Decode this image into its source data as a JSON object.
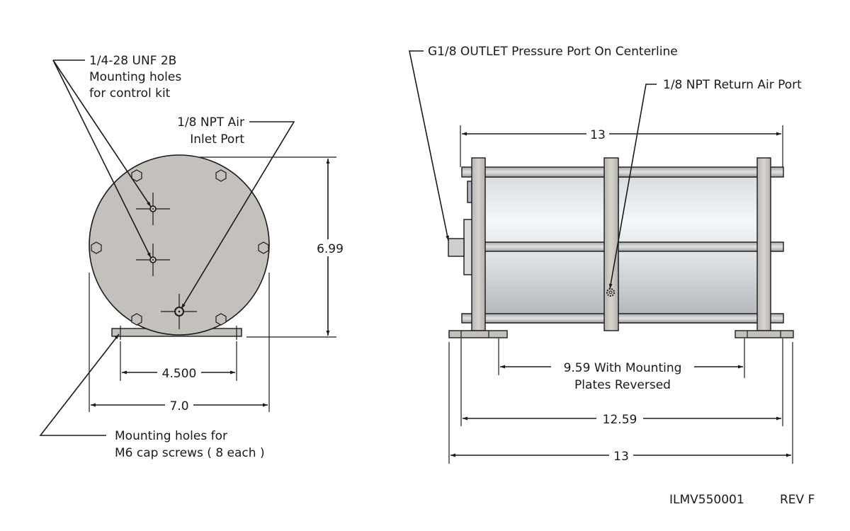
{
  "drawing": {
    "part_number": "ILMV550001",
    "revision": "REV F",
    "colors": {
      "end_plate": "#c4c1bd",
      "bar": "#c9c5c0",
      "cylinder_light": "#f4f7fa",
      "cylinder_dark": "#aeb2b6",
      "line": "#1a1a1a"
    }
  },
  "end_view": {
    "callouts": {
      "mounting_holes_control_kit": [
        "1/4-28 UNF 2B",
        "Mounting holes",
        "for control kit"
      ],
      "air_inlet": [
        "1/8 NPT Air",
        "Inlet Port"
      ],
      "cap_screw_holes": [
        "Mounting holes for",
        "M6 cap screws ( 8 each )"
      ]
    },
    "dimensions": {
      "height": "6.99",
      "hole_spacing": "4.500",
      "overall_width": "7.0"
    }
  },
  "side_view": {
    "callouts": {
      "outlet": "G1/8 OUTLET Pressure Port On Centerline",
      "return_air": "1/8 NPT Return Air Port"
    },
    "dimensions": {
      "top_length": "13",
      "reversed_plates": [
        "9.59 With Mounting",
        "Plates Reversed"
      ],
      "hole_centers": "12.59",
      "overall_length": "13"
    }
  }
}
